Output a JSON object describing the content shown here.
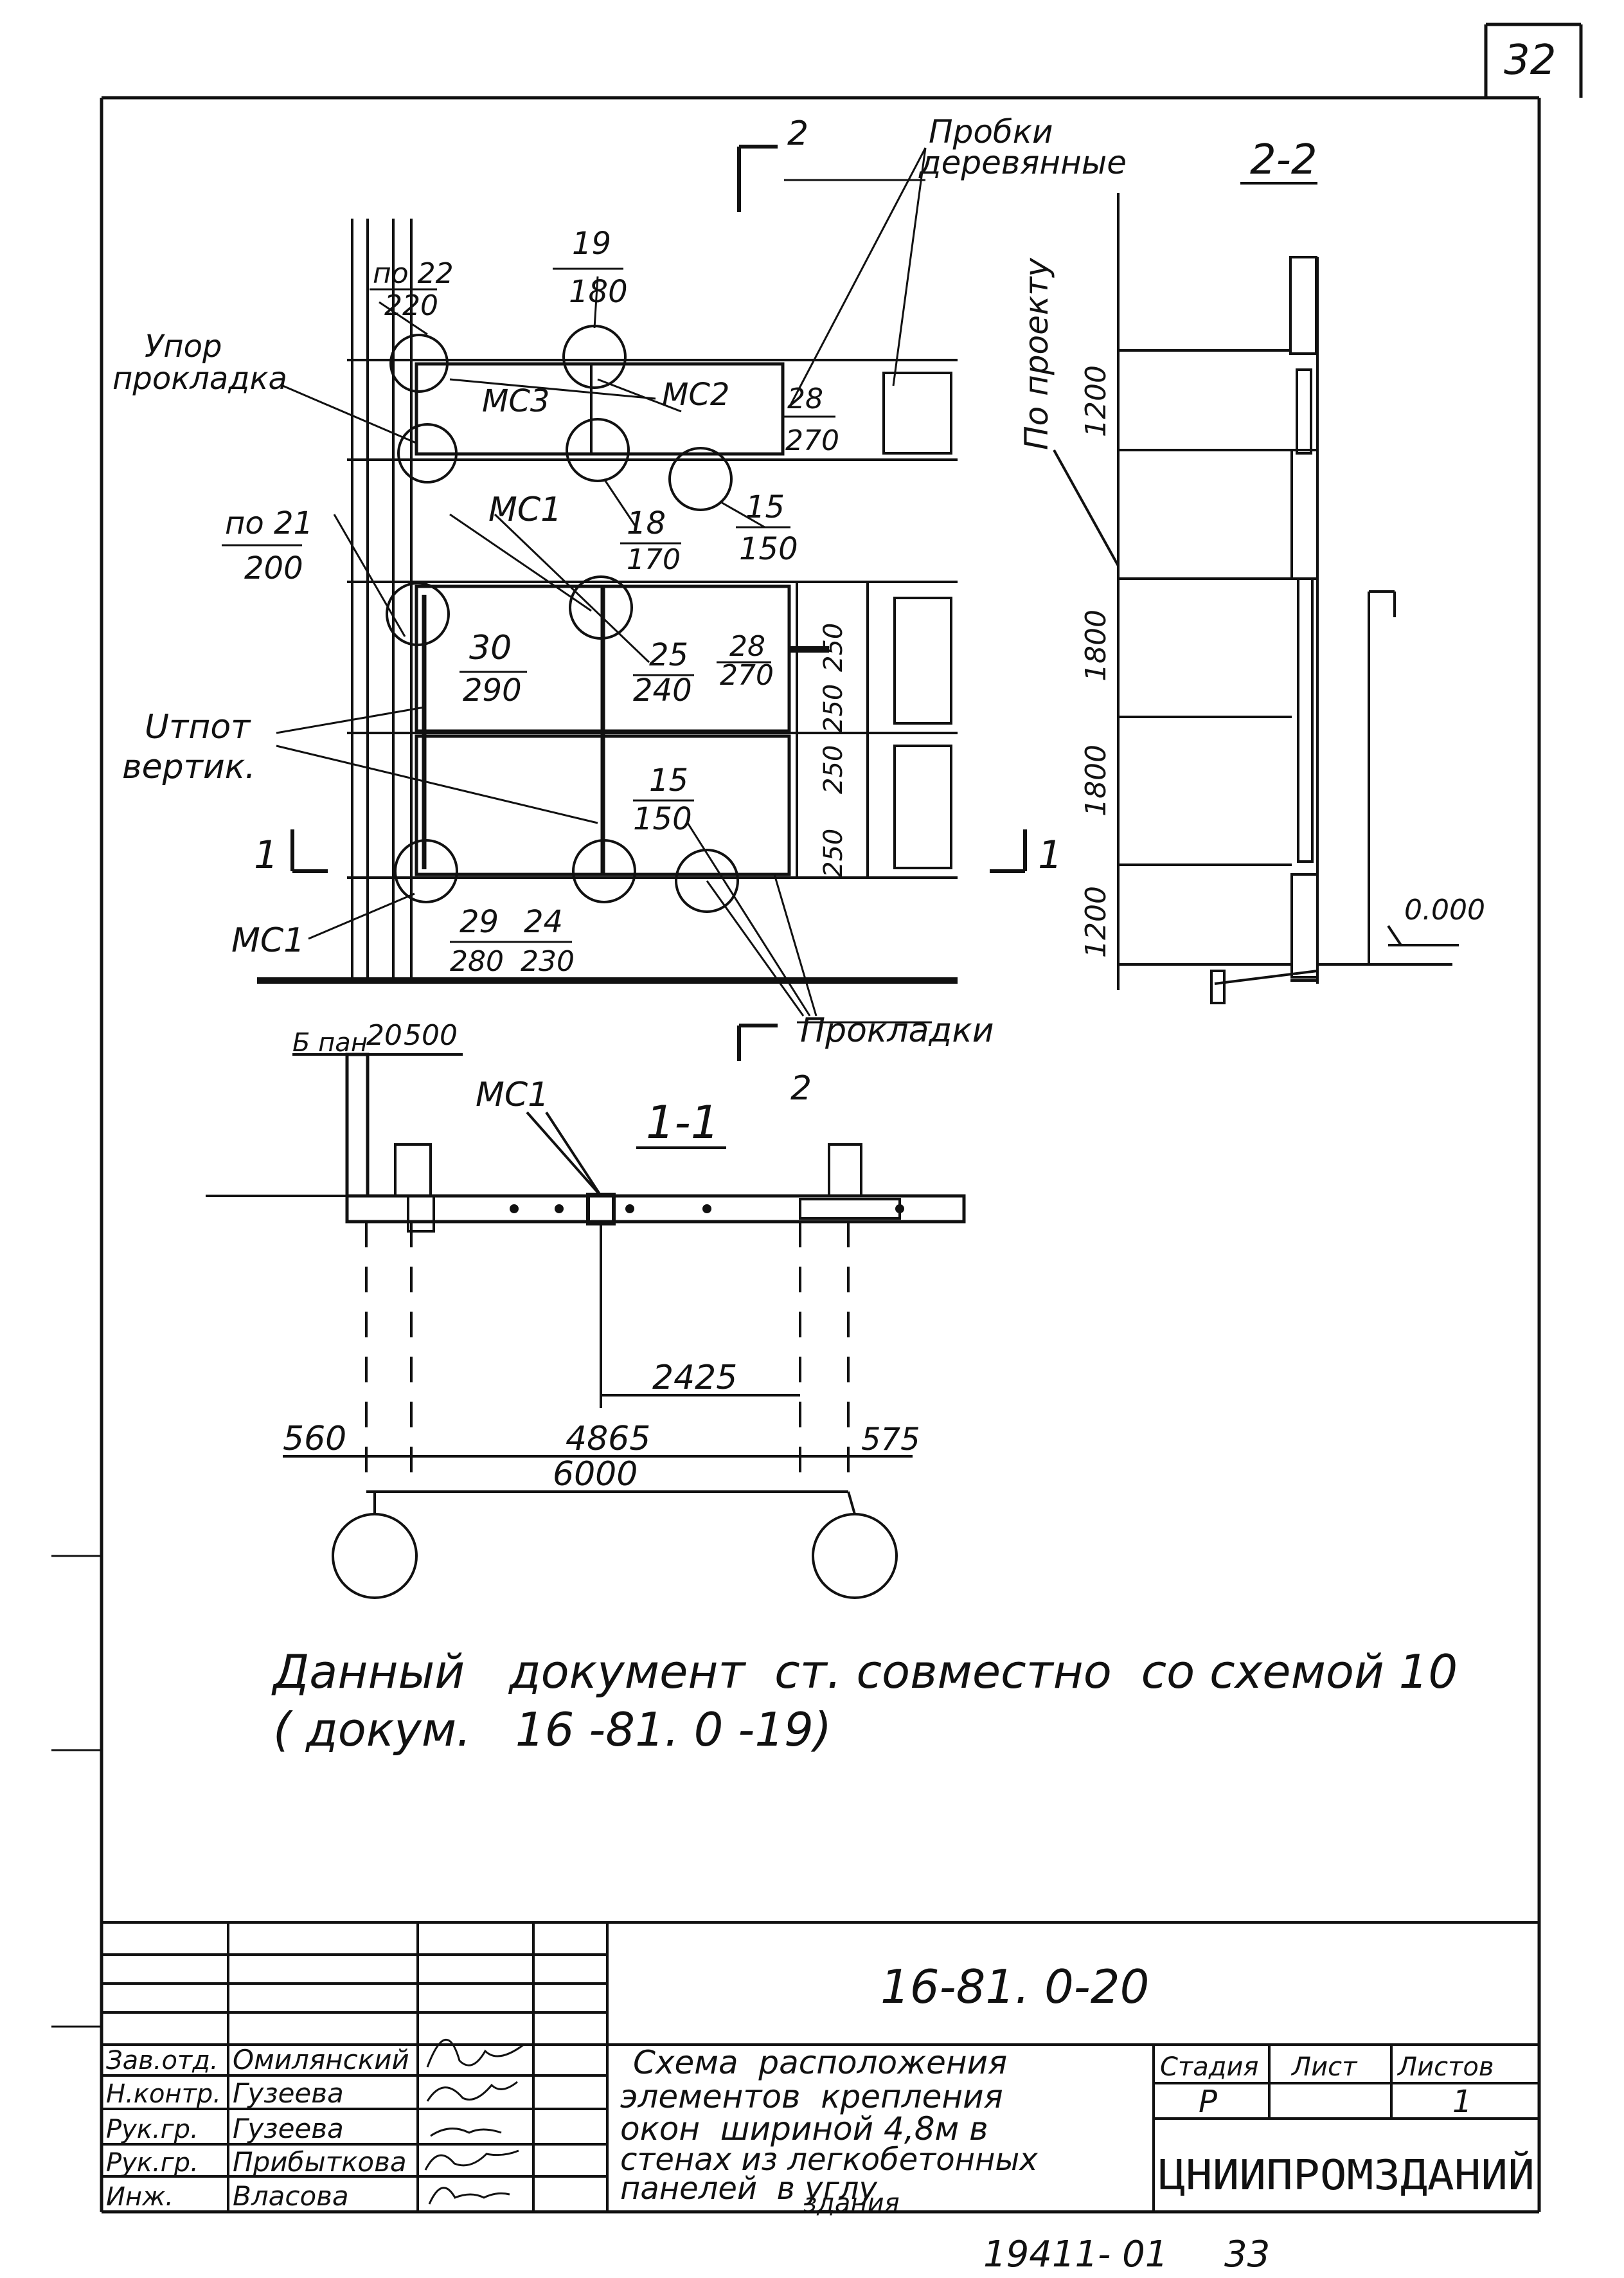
{
  "sheet_number": "32",
  "section_marks": {
    "section_2": "2",
    "section_2_2": "2-2",
    "section_1": "1",
    "section_1_1": "1-1"
  },
  "labels": {
    "wood_plugs": [
      "Пробки",
      "деревянные"
    ],
    "stop_gasket": [
      "Упор",
      "прокладка"
    ],
    "sealant_vertical": [
      "Uтпот",
      "вертик."
    ],
    "gaskets": "Прокладки",
    "per_project": "По проекту",
    "mc1": "МС1",
    "mc2": "МС2",
    "mc3": "МС3",
    "elev_zero": "0.000",
    "plan_label": "Б пан"
  },
  "fractions": [
    {
      "top": "по 22",
      "bottom": "220"
    },
    {
      "top": "19",
      "bottom": "180"
    },
    {
      "top": "28",
      "bottom": "270"
    },
    {
      "top": "по 21",
      "bottom": "200"
    },
    {
      "top": "18",
      "bottom": "170"
    },
    {
      "top": "15",
      "bottom": "150"
    },
    {
      "top": "30",
      "bottom": "290"
    },
    {
      "top": "25",
      "bottom": "240"
    },
    {
      "top": "28",
      "bottom": "270"
    },
    {
      "top": "15",
      "bottom": "150"
    },
    {
      "top": "29",
      "bottom": "280"
    },
    {
      "top": "24",
      "bottom": "230"
    }
  ],
  "small_dims": [
    "250",
    "250",
    "250",
    "250"
  ],
  "vertical_dims": [
    "1200",
    "1800",
    "1800",
    "1200"
  ],
  "plan_dims": {
    "top": [
      "20",
      "500"
    ],
    "d2425": "2425",
    "d560": "560",
    "d4865": "4865",
    "d575": "575",
    "d6000": "6000"
  },
  "note": {
    "line1": "Данный   документ  ст. совместно  со схемой 10",
    "line2": "( докум.   16 -81. 0 -19)"
  },
  "title_block": {
    "doc_code": "16-81. 0-20",
    "roles": [
      "Зав.отд.",
      "Н.контр.",
      "Рук.гр.",
      "Рук.гр.",
      "Инж."
    ],
    "names": [
      "Омилянский",
      "Гузеева",
      "Гузеева",
      "Прибыткова",
      "Власова"
    ],
    "title_lines": [
      "Схема  расположения",
      "элементов  крепления",
      "окон  шириной 4,8м в",
      "стенах из легкобетонных",
      "панелей  в углу",
      "здания"
    ],
    "stage_header": "Стадия",
    "sheet_header": "Лист",
    "sheets_header": "Листов",
    "stage": "Р",
    "sheets": "1",
    "organization": "ЦНИИПРОМЗДАНИЙ"
  },
  "footer": {
    "inventory": "19411- 01",
    "page": "33"
  }
}
